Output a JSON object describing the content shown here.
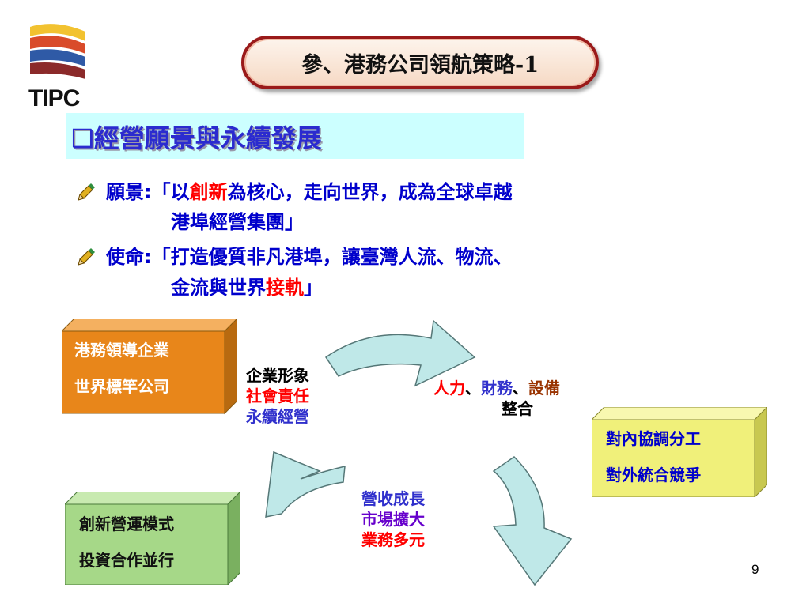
{
  "logo": {
    "text": "TIPC"
  },
  "title": "參、港務公司領航策略-1",
  "section": {
    "checkbox": "❑",
    "heading": "經營願景與永續發展"
  },
  "bullets": [
    {
      "icon": "pencil-bullet-icon",
      "line1_prefix": "願景:「以",
      "line1_highlight": "創新",
      "line1_suffix": "為核心，走向世界，成為全球卓越",
      "line2_prefix": "港埠經營集團」",
      "line2_highlight": "",
      "line2_suffix": ""
    },
    {
      "icon": "pencil-bullet-icon",
      "line1_prefix": "使命:「打造優質非凡港埠，讓臺灣人流、物流、",
      "line1_highlight": "",
      "line1_suffix": "",
      "line2_prefix": "金流與世界",
      "line2_highlight": "接軌",
      "line2_suffix": "」"
    }
  ],
  "boxes": {
    "orange": {
      "line1": "港務領導企業",
      "line2": "世界標竿公司",
      "color": "#e8861a"
    },
    "yellow": {
      "line1": "對內協調分工",
      "line2": "對外統合競爭",
      "color": "#f0f07a"
    },
    "green": {
      "line1": "創新營運模式",
      "line2": "投資合作並行",
      "color": "#a6d888"
    }
  },
  "cycle": {
    "top_left": {
      "line1": "企業形象",
      "line2": "社會責任",
      "line3": "永續經營"
    },
    "right": {
      "part1": "人力",
      "sep1": "、",
      "part2": "財務",
      "sep2": "、",
      "part3": "設備",
      "line2": "整合"
    },
    "bottom": {
      "line1": "營收成長",
      "line2": "市場擴大",
      "line3": "業務多元"
    }
  },
  "colors": {
    "title_border": "#9a1a1a",
    "heading": "#2b2bcf",
    "bullet_text": "#0000cc",
    "highlight": "#ff0000",
    "arrow_fill": "#bfe8e8"
  },
  "page_number": "9"
}
